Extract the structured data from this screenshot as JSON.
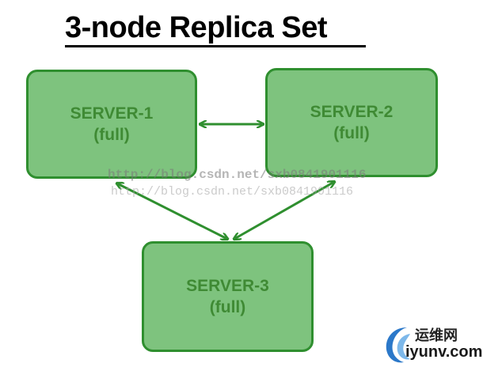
{
  "title": "3-node Replica Set",
  "nodes": [
    {
      "name": "SERVER-1",
      "role": "(full)"
    },
    {
      "name": "SERVER-2",
      "role": "(full)"
    },
    {
      "name": "SERVER-3",
      "role": "(full)"
    }
  ],
  "connections": [
    {
      "from": "SERVER-1",
      "to": "SERVER-2",
      "direction": "both"
    },
    {
      "from": "SERVER-1",
      "to": "SERVER-3",
      "direction": "both"
    },
    {
      "from": "SERVER-2",
      "to": "SERVER-3",
      "direction": "both"
    }
  ],
  "watermarks": [
    "http://blog.csdn.net/sxb0841901116",
    "http://blog.csdn.net/sxb0841901116"
  ],
  "logo": {
    "cn": "运维网",
    "url": "iyunv.com"
  },
  "colors": {
    "node_fill": "#7ec37e",
    "node_border": "#2f8f2f",
    "node_text": "#3f8a34",
    "arrow": "#2f8f2f"
  }
}
